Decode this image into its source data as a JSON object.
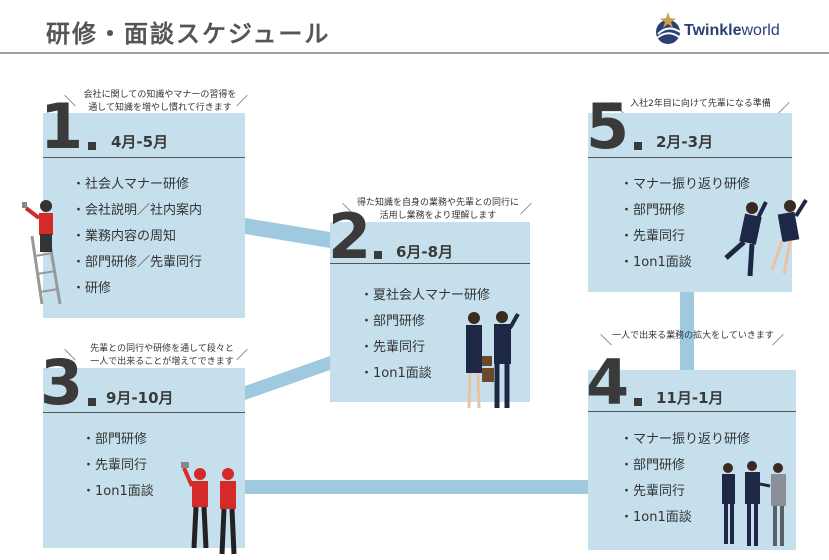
{
  "header": {
    "title": "研修・面談スケジュール",
    "logo_text_bold": "Twinkle",
    "logo_text_rest": "world"
  },
  "colors": {
    "card": "#c5e0ec",
    "connector": "#9ec9de",
    "header_line": "#a0a0a0"
  },
  "steps": [
    {
      "number": "1",
      "period": "4月-5月",
      "caption_lines": [
        "会社に関しての知識やマナーの習得を",
        "通して知識を増やし慣れて行きます"
      ],
      "items": [
        "・社会人マナー研修",
        "・会社説明／社内案内",
        "・業務内容の周知",
        "・部門研修／先輩同行",
        "・研修"
      ]
    },
    {
      "number": "2",
      "period": "6月-8月",
      "caption_lines": [
        "得た知識を自身の業務や先輩との同行に",
        "活用し業務をより理解します"
      ],
      "items": [
        "・夏社会人マナー研修",
        "・部門研修",
        "・先輩同行",
        "・1on1面談"
      ]
    },
    {
      "number": "3",
      "period": "9月-10月",
      "caption_lines": [
        "先輩との同行や研修を通して段々と",
        "一人で出来ることが増えてできます"
      ],
      "items": [
        "・部門研修",
        "・先輩同行",
        "・1on1面談"
      ]
    },
    {
      "number": "4",
      "period": "11月-1月",
      "caption_lines": [
        "一人で出来る業務の拡大をしていきます"
      ],
      "items": [
        "・マナー振り返り研修",
        "・部門研修",
        "・先輩同行",
        "・1on1面談"
      ]
    },
    {
      "number": "5",
      "period": "2月-3月",
      "caption_lines": [
        "入社2年目に向けて先輩になる準備"
      ],
      "items": [
        "・マナー振り返り研修",
        "・部門研修",
        "・先輩同行",
        "・1on1面談"
      ]
    }
  ],
  "icons": [
    "twinkleworld-logo-icon",
    "worker-ladder-illustration",
    "business-pair-illustration",
    "workers-pair-illustration",
    "meeting-group-illustration",
    "jumping-pair-illustration"
  ]
}
